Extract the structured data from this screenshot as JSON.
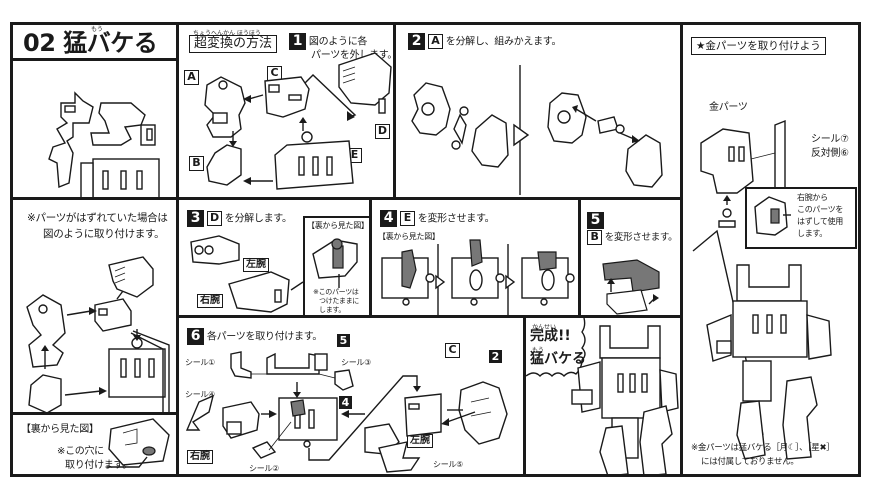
{
  "title_panel": {
    "number": "02",
    "title": "猛バケる",
    "title_ruby": "もう"
  },
  "recovery_panel": {
    "note_line1": "※パーツがはずれていた場合は",
    "note_line2": "図のように取り付けます。",
    "back_view_label": "【裏から見た図】",
    "hole_note_line1": "※この穴に",
    "hole_note_line2": "取り付けます。"
  },
  "step1": {
    "method_title": "超変換の方法",
    "method_ruby": "ちょうへんかん ほうほう",
    "number": "1",
    "text_line1": "図のように各",
    "text_line2": "パーツを外します。",
    "part_labels": [
      "A",
      "B",
      "C",
      "D",
      "E"
    ]
  },
  "step2": {
    "number": "2",
    "part": "A",
    "text": "を分解し、組みかえます。"
  },
  "gold_panel": {
    "title": "★金パーツを取り付けよう",
    "gold_part_label": "金パーツ",
    "sticker_label": "シール⑦",
    "opposite_label": "反対側⑥",
    "callout_line1": "右腕から",
    "callout_line2": "このパーツを",
    "callout_line3": "はずして使用",
    "callout_line4": "します。",
    "footnote_line1": "※金パーツは猛バケる［月☾］、［星✖］",
    "footnote_line2": "には付属しておりません。"
  },
  "step3": {
    "number": "3",
    "part": "D",
    "text": "を分解します。",
    "left_arm": "左腕",
    "right_arm": "右腕",
    "back_view_label": "【裏から見た図】",
    "keep_note_line1": "※このパーツは",
    "keep_note_line2": "つけたままに",
    "keep_note_line3": "します。"
  },
  "step4": {
    "number": "4",
    "part": "E",
    "text": "を変形させます。",
    "back_view_label": "【裏から見た図】"
  },
  "step5": {
    "number": "5",
    "part": "B",
    "text": "を変形させます。"
  },
  "step6": {
    "number": "6",
    "text": "各パーツを取り付けます。",
    "stickers": [
      "シール①",
      "シール②",
      "シール③",
      "シール④",
      "シール⑤"
    ],
    "ref_steps": [
      "5",
      "4",
      "2"
    ],
    "part_c": "C",
    "left_arm": "左腕",
    "right_arm": "右腕"
  },
  "complete_panel": {
    "line1": "完成!!",
    "line1_ruby": "かんせい",
    "line2": "猛バケる",
    "line2_ruby": "もう"
  }
}
